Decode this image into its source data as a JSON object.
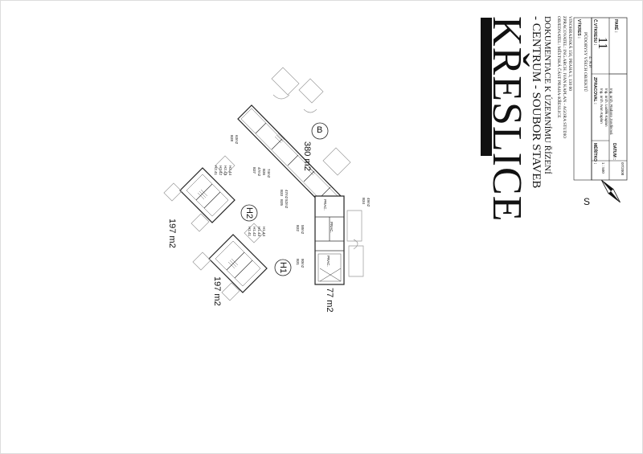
{
  "title": {
    "main": "KŘESLICE",
    "sub": "- CENTRUM - SOUBOR STAVEB",
    "doc": "DOKUMENTACE K ÚZEMNÍMU ŘÍZENÍ"
  },
  "project_info": {
    "line1": "OBJEDNATEL: MĚSTSKÁ ČÁST PRAHA-KŘESLICE",
    "line2": "ZPRACOVATEL: ING.ARCH. IVAN KAPLAN - AGORA STUDIO",
    "line3": "VINOHRADSKÁ 156, PRAHA 3, 130 00"
  },
  "title_block": {
    "vykres_label": "VÝKRES :",
    "vykres_value1": "PŮDORYSY VŠECH OBJEKTŮ",
    "vykres_value2": "4. N.P.",
    "cislo_label": "Č.VÝKRESU :",
    "cislo_value": "11",
    "pare_label": "PARÉ :",
    "zpracoval_label": "ZPRACOVAL :",
    "zpracoval1": "Ing. arch. Ivan Kaplan",
    "zpracoval2": "Ing. arch. Luděk Kaplan",
    "zpracoval3": "Ing. arch. Radana Jandinová",
    "meritko_label": "MĚŘÍTKO :",
    "meritko_value": "1 : 500",
    "datum_label": "DATUM :",
    "datum_value": "07/2008"
  },
  "compass": {
    "letter": "S",
    "icon": "north-arrow-icon"
  },
  "buildings": {
    "B": {
      "label": "B",
      "area": "380 m2"
    },
    "H1": {
      "label": "H1",
      "area": "197 m2"
    },
    "H2": {
      "label": "H2",
      "area": "197 m2"
    },
    "commercial_area": "77 m2",
    "prac1": "PRAC.",
    "prac2": "PRAC.",
    "prac3": "PRAC.",
    "b31": "B31",
    "b31_area": "80m2",
    "b32": "B32",
    "b32_area": "58m2",
    "b33": "B33",
    "b33_area": "47m2",
    "b34": "B34",
    "b34_area": "49m2",
    "b35": "B35",
    "b35_area": "52m2",
    "b36": "B36",
    "b36_area": "74m2",
    "b37": "B37",
    "b37_area": "47m2",
    "b38": "B38",
    "b38_area": "63m2",
    "h1_rooms": [
      "H1.41",
      "H1.42",
      "H1.43",
      "H1.44"
    ],
    "h2_rooms": [
      "H2.41",
      "H2.42",
      "H2.43",
      "H2.44"
    ]
  }
}
